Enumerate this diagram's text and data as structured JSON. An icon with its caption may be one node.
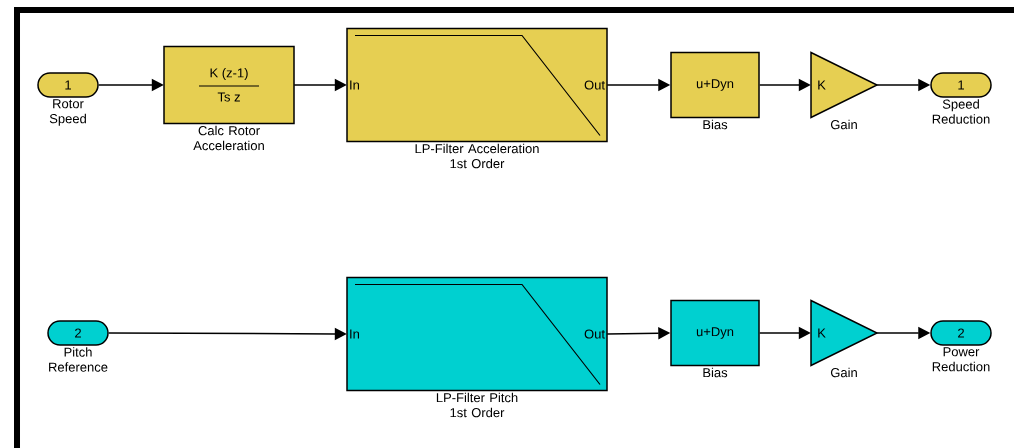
{
  "diagram": {
    "nodes": [
      {
        "text": [
          "1"
        ],
        "beside": [
          "Rotor Speed"
        ]
      },
      {
        "text": [
          "K (z-1)",
          "Ts z"
        ],
        "beside": [
          "Calc Rotor Acceleration"
        ]
      },
      {
        "text": [
          "In",
          "Out"
        ],
        "beside": [
          "LP-Filter Acceleration 1st Order"
        ]
      },
      {
        "text": [
          "u+Dyn"
        ],
        "beside": [
          "Bias"
        ]
      },
      {
        "text": [
          "K"
        ],
        "beside": [
          "Gain"
        ]
      },
      {
        "text": [
          "1"
        ],
        "beside": [
          "Speed Reduction"
        ]
      },
      {
        "text": [
          "2"
        ],
        "beside": [
          "Pitch Reference"
        ]
      },
      {
        "text": [
          "In",
          "Out"
        ],
        "beside": [
          "LP-Filter Pitch 1st Order"
        ]
      },
      {
        "text": [
          "u+Dyn"
        ],
        "beside": [
          "Bias"
        ]
      },
      {
        "text": [
          "K"
        ],
        "beside": [
          "Gain"
        ]
      },
      {
        "text": [
          "2"
        ],
        "beside": [
          "Power Reduction"
        ]
      }
    ],
    "edges": [
      {
        "from": 0,
        "to": 1,
        "arrow": "to"
      },
      {
        "from": 1,
        "to": 2,
        "arrow": "to"
      },
      {
        "from": 2,
        "to": 3,
        "arrow": "to"
      },
      {
        "from": 3,
        "to": 4,
        "arrow": "to"
      },
      {
        "from": 4,
        "to": 5,
        "arrow": "to"
      },
      {
        "from": 6,
        "to": 7,
        "arrow": "to"
      },
      {
        "from": 7,
        "to": 8,
        "arrow": "to"
      },
      {
        "from": 8,
        "to": 9,
        "arrow": "to"
      },
      {
        "from": 9,
        "to": 10,
        "arrow": "to"
      }
    ]
  }
}
